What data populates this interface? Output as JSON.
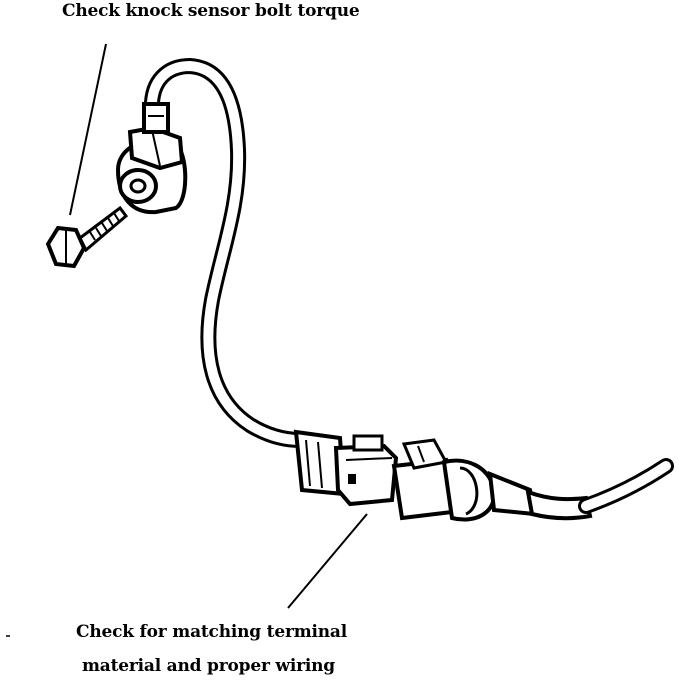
{
  "labels": {
    "knock_sensor_callout": "Check knock sensor bolt torque",
    "connector_callout_line1": "Check for matching terminal",
    "connector_callout_line2": "material and proper wiring"
  }
}
